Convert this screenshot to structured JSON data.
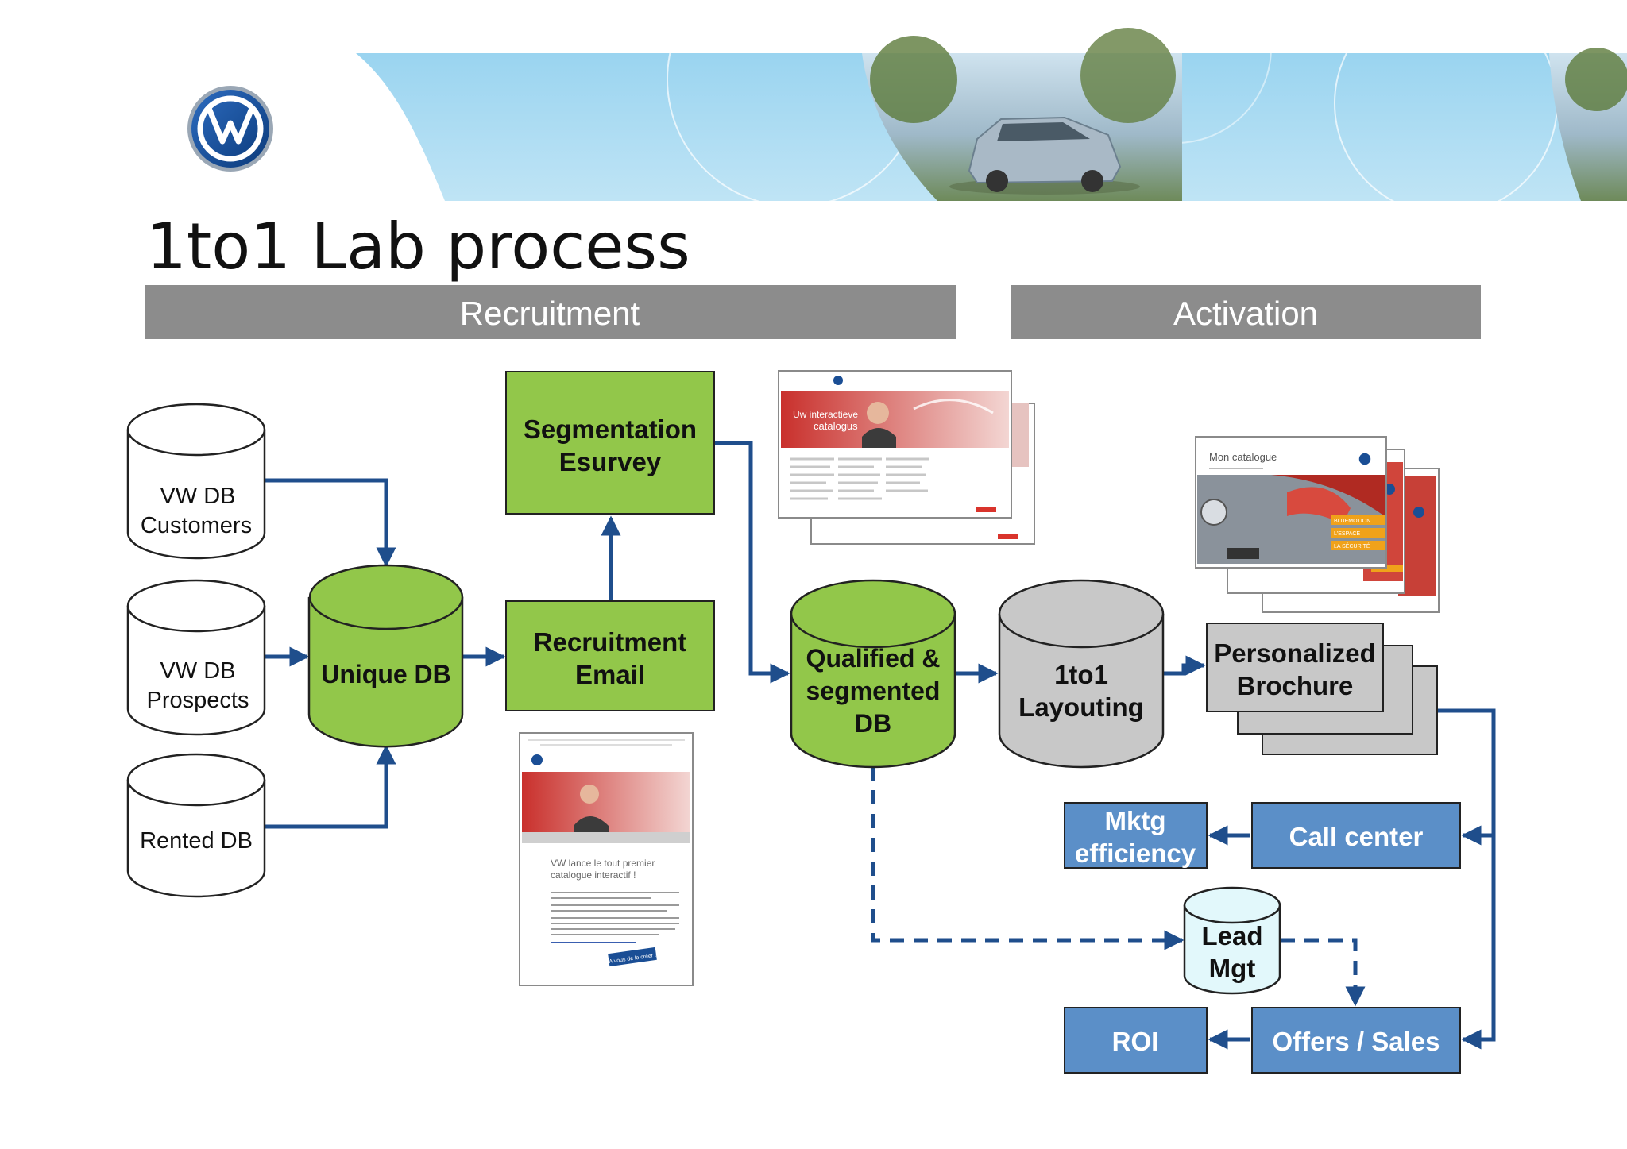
{
  "slide": {
    "title": "1to1 Lab process"
  },
  "phases": {
    "recruitment": "Recruitment",
    "activation": "Activation"
  },
  "databases": {
    "customers": [
      "VW DB",
      "Customers"
    ],
    "prospects": [
      "VW DB",
      "Prospects"
    ],
    "rented": "Rented DB",
    "unique": "Unique DB",
    "qualified": [
      "Qualified &",
      "segmented",
      "DB"
    ],
    "layouting": [
      "1to1",
      "Layouting"
    ],
    "lead": [
      "Lead",
      "Mgt"
    ]
  },
  "boxes": {
    "segmentation": [
      "Segmentation",
      "Esurvey"
    ],
    "recruitment_email": [
      "Recruitment",
      "Email"
    ],
    "brochure": [
      "Personalized",
      "Brochure"
    ],
    "mktg": [
      "Mktg",
      "efficiency"
    ],
    "call_center": "Call center",
    "roi": "ROI",
    "offers": "Offers / Sales"
  },
  "thumbnails": {
    "survey_heading": [
      "Uw interactieve",
      "catalogus"
    ],
    "email_heading": [
      "VW lance le tout premier",
      "catalogue interactif !"
    ],
    "email_button": "A vous de le créer !",
    "catalogue_heading": "Mon catalogue",
    "catalogue_tags": [
      "BLUEMOTION",
      "L'ESPACE",
      "LA SÉCURITÉ"
    ]
  },
  "colors": {
    "green": "#92c74a",
    "blue": "#5b8fc8",
    "grey_box": "#c8c8c8",
    "header_grey": "#8c8c8c",
    "lead_fill": "#e2f8fb",
    "arrow": "#1f4e8c"
  },
  "icons": {
    "logo": "vw-logo-icon"
  }
}
